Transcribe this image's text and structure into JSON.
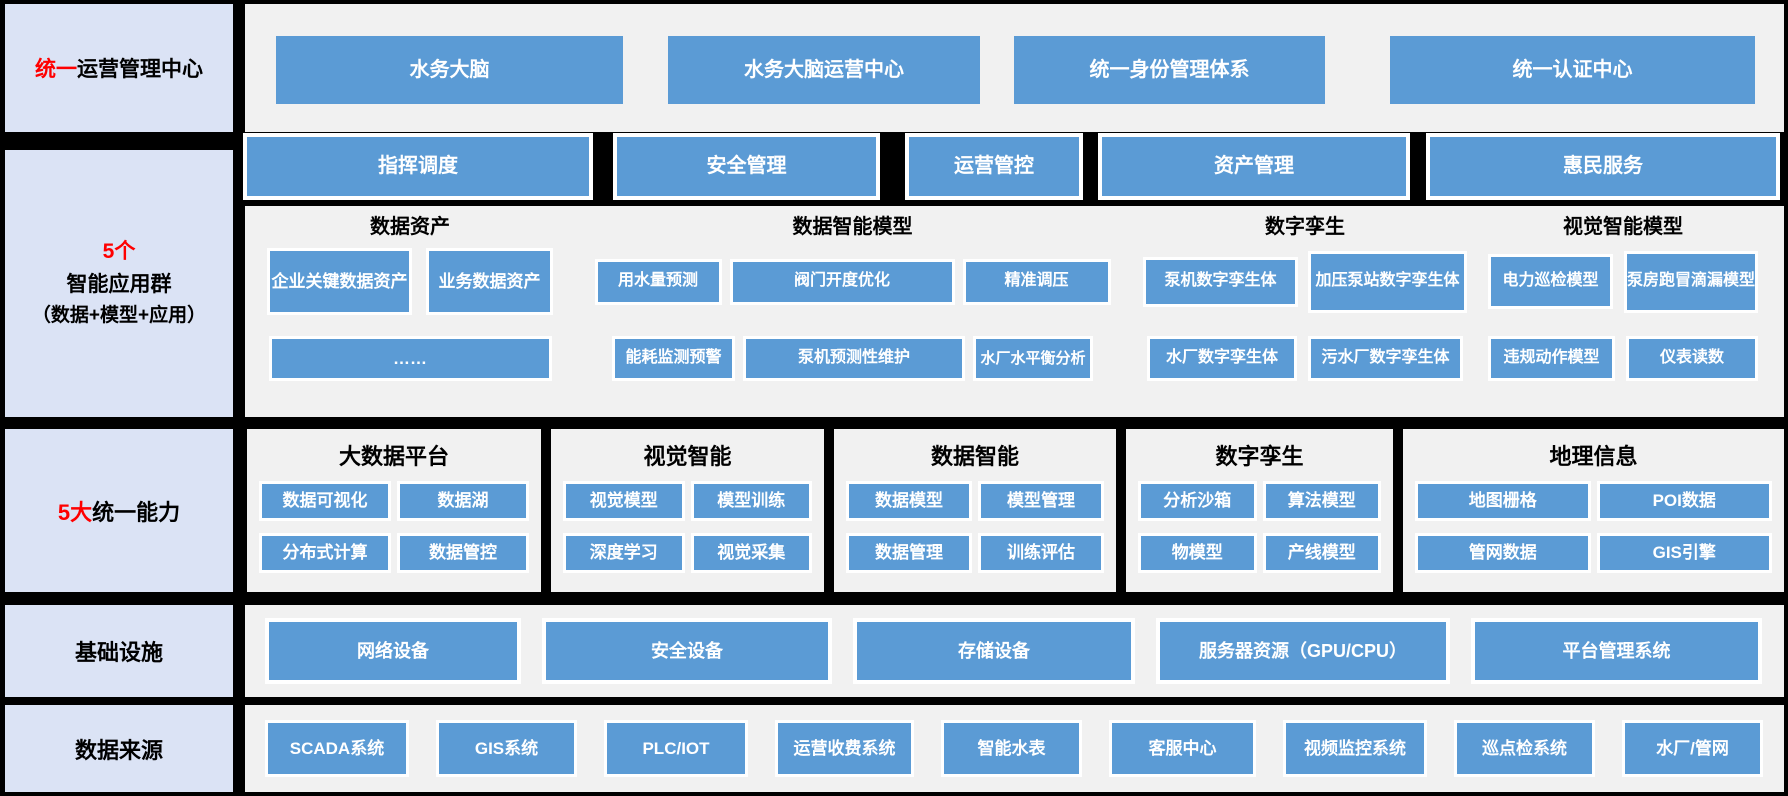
{
  "palette": {
    "blue": "#5B9BD5",
    "panel_gray": "#F1F1F1",
    "label_lavender": "#DBE3F5",
    "accent_red": "#FF0000",
    "page_bg": "#000000",
    "box_text": "#FFFFFF"
  },
  "unified_ops": {
    "label_red": "统一",
    "label_rest": "运营管理中心",
    "boxes": [
      "水务大脑",
      "水务大脑运营中心",
      "统一身份管理体系",
      "统一认证中心"
    ]
  },
  "app_groups": {
    "label_line1_red": "5个",
    "label_line2": "智能应用群",
    "label_line3": "（数据+模型+应用）",
    "header_boxes": [
      "指挥调度",
      "安全管理",
      "运营管控",
      "资产管理",
      "惠民服务"
    ],
    "groups": [
      {
        "title": "数据资产",
        "row1": [
          "企业关键数据资产",
          "业务数据资产"
        ],
        "row2": [
          "……"
        ]
      },
      {
        "title": "数据智能模型",
        "row1": [
          "用水量预测",
          "阀门开度优化",
          "精准调压"
        ],
        "row2": [
          "能耗监测预警",
          "泵机预测性维护",
          "水厂水平衡分析"
        ]
      },
      {
        "title": "数字孪生",
        "row1": [
          "泵机数字孪生体",
          "加压泵站数字孪生体"
        ],
        "row2": [
          "水厂数字孪生体",
          "污水厂数字孪生体"
        ]
      },
      {
        "title": "视觉智能模型",
        "row1": [
          "电力巡检模型",
          "泵房跑冒滴漏模型"
        ],
        "row2": [
          "违规动作模型",
          "仪表读数"
        ]
      }
    ]
  },
  "capabilities": {
    "label_red": "5大",
    "label_rest": "统一能力",
    "panels": [
      {
        "title": "大数据平台",
        "boxes": [
          "数据可视化",
          "数据湖",
          "分布式计算",
          "数据管控"
        ]
      },
      {
        "title": "视觉智能",
        "boxes": [
          "视觉模型",
          "模型训练",
          "深度学习",
          "视觉采集"
        ]
      },
      {
        "title": "数据智能",
        "boxes": [
          "数据模型",
          "模型管理",
          "数据管理",
          "训练评估"
        ]
      },
      {
        "title": "数字孪生",
        "boxes": [
          "分析沙箱",
          "算法模型",
          "物模型",
          "产线模型"
        ]
      },
      {
        "title": "地理信息",
        "boxes": [
          "地图栅格",
          "POI数据",
          "管网数据",
          "GIS引擎"
        ]
      }
    ]
  },
  "infrastructure": {
    "label": "基础设施",
    "boxes": [
      "网络设备",
      "安全设备",
      "存储设备",
      "服务器资源（GPU/CPU）",
      "平台管理系统"
    ]
  },
  "data_sources": {
    "label": "数据来源",
    "boxes": [
      "SCADA系统",
      "GIS系统",
      "PLC/IOT",
      "运营收费系统",
      "智能水表",
      "客服中心",
      "视频监控系统",
      "巡点检系统",
      "水厂/管网"
    ]
  }
}
